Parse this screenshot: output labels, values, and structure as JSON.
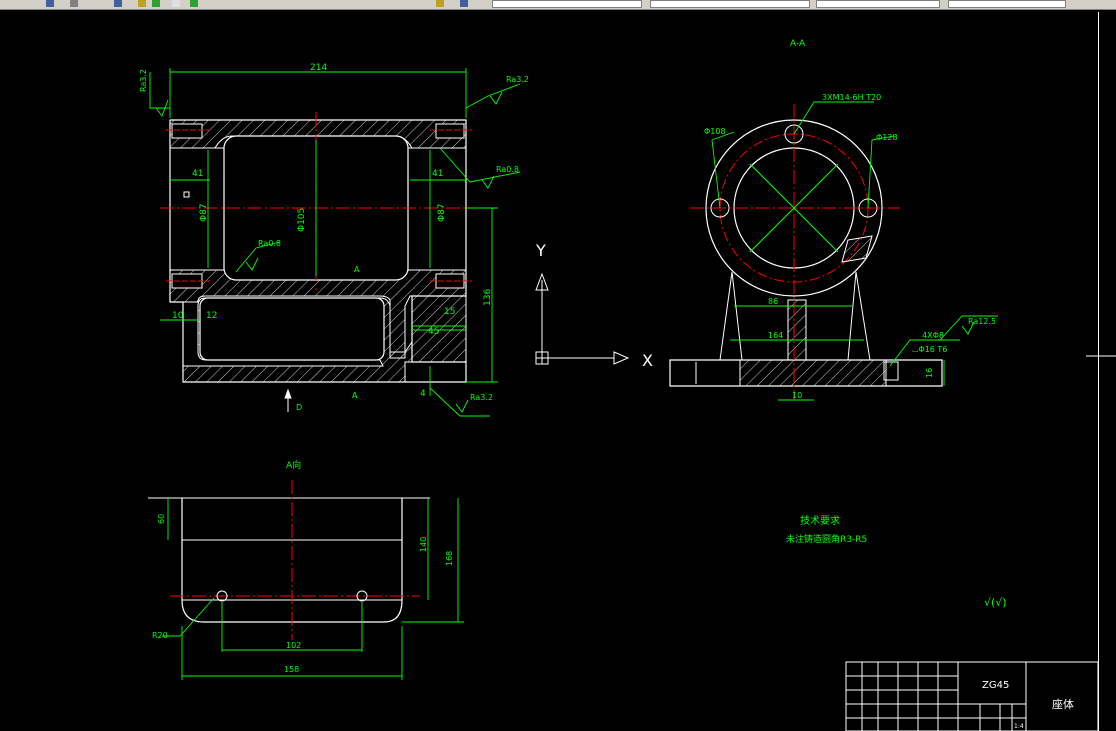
{
  "colors": {
    "background": "#000000",
    "outline": "#ffffff",
    "dimension": "#00ff00",
    "centerline": "#ff0000",
    "hatch": "#ffffff",
    "text": "#00ff00",
    "title_text": "#ffffff",
    "toolbar": "#d4d0c8"
  },
  "views": {
    "section_title": "A-A",
    "top_view_title": "A向",
    "section_mark_main": "A",
    "section_mark_bottom": "A",
    "arrow_letter": "D"
  },
  "dimensions": {
    "main_view": {
      "width_total": "214",
      "left_41": "41",
      "right_41": "41",
      "dia_left": "Φ87",
      "dia_center": "Φ105",
      "dia_right": "Φ87",
      "height_136": "136",
      "d10": "10",
      "d12": "12",
      "d15": "15",
      "d45": "45",
      "d4": "4",
      "roughness_ra32_tl": "Ra3.2",
      "roughness_ra32_tr": "Ra3.2",
      "roughness_ra08_r": "Ra0.8",
      "roughness_ra08_in": "Ra0.8",
      "roughness_ra32_b": "Ra3.2"
    },
    "section_view": {
      "thread_callout": "3XM14-6H T20",
      "dia_108": "Φ108",
      "dia_128": "Φ128",
      "d86": "86",
      "d164": "164",
      "d10": "10",
      "d16": "16",
      "hole_callout": "4XΦ8",
      "counterbore": "⌴Φ16 T6",
      "roughness_ra125": "Ra12.5"
    },
    "top_view": {
      "d60": "60",
      "d140": "140",
      "d168": "168",
      "r20": "R20",
      "d102": "102",
      "d158": "158"
    }
  },
  "axes": {
    "y_label": "Y",
    "x_label": "X"
  },
  "notes": {
    "title": "技术要求",
    "line1": "未注铸造圆角R3-R5",
    "roughness_symbol": "√(√)"
  },
  "title_block": {
    "material": "ZG45",
    "part_name": "座体",
    "scale": "1:4"
  }
}
